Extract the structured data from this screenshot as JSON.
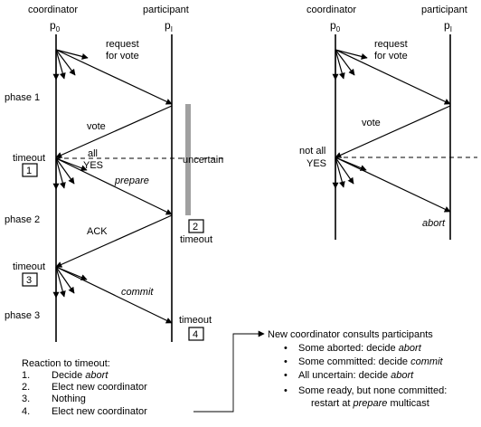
{
  "left": {
    "coordinator_label": "coordinator",
    "participant_label": "participant",
    "p0": {
      "base": "p",
      "sub": "0"
    },
    "pi": {
      "base": "p",
      "sub": "I"
    },
    "request_for_vote": [
      "request",
      "for vote"
    ],
    "phase1": "phase 1",
    "phase2": "phase 2",
    "phase3": "phase 3",
    "vote": "vote",
    "all_yes": [
      "all",
      "YES"
    ],
    "timeout_1": "timeout",
    "box_1": "1",
    "uncertain": "uncertain",
    "prepare": "prepare",
    "ack": "ACK",
    "box_2": "2",
    "timeout_2": "timeout",
    "timeout_3": "timeout",
    "box_3": "3",
    "commit": "commit",
    "timeout_4": "timeout",
    "box_4": "4"
  },
  "right": {
    "coordinator_label": "coordinator",
    "participant_label": "participant",
    "p0": {
      "base": "p",
      "sub": "0"
    },
    "pi": {
      "base": "p",
      "sub": "I"
    },
    "request_for_vote": [
      "request",
      "for vote"
    ],
    "vote": "vote",
    "not_all_yes": [
      "not all",
      "YES"
    ],
    "abort": "abort"
  },
  "reaction": {
    "title": "Reaction to timeout:",
    "items": [
      {
        "num": "1.",
        "text": "Decide ",
        "em": "abort"
      },
      {
        "num": "2.",
        "text": "Elect new coordinator",
        "em": ""
      },
      {
        "num": "3.",
        "text": "Nothing",
        "em": ""
      },
      {
        "num": "4.",
        "text": "Elect new coordinator",
        "em": ""
      }
    ]
  },
  "consult": {
    "title": "New coordinator consults participants",
    "items": [
      {
        "text": "Some aborted: decide ",
        "em": "abort",
        "after": ""
      },
      {
        "text": "Some committed: decide ",
        "em": "commit",
        "after": ""
      },
      {
        "text": "All uncertain: decide ",
        "em": "abort",
        "after": ""
      },
      {
        "text": "Some ready, but none committed:",
        "em": "",
        "after": ""
      }
    ],
    "last_line": {
      "text": "restart at ",
      "em": "prepare",
      "after": " multicast"
    }
  },
  "colors": {
    "ink": "#000000",
    "uncertain_bar": "#a0a0a0"
  }
}
